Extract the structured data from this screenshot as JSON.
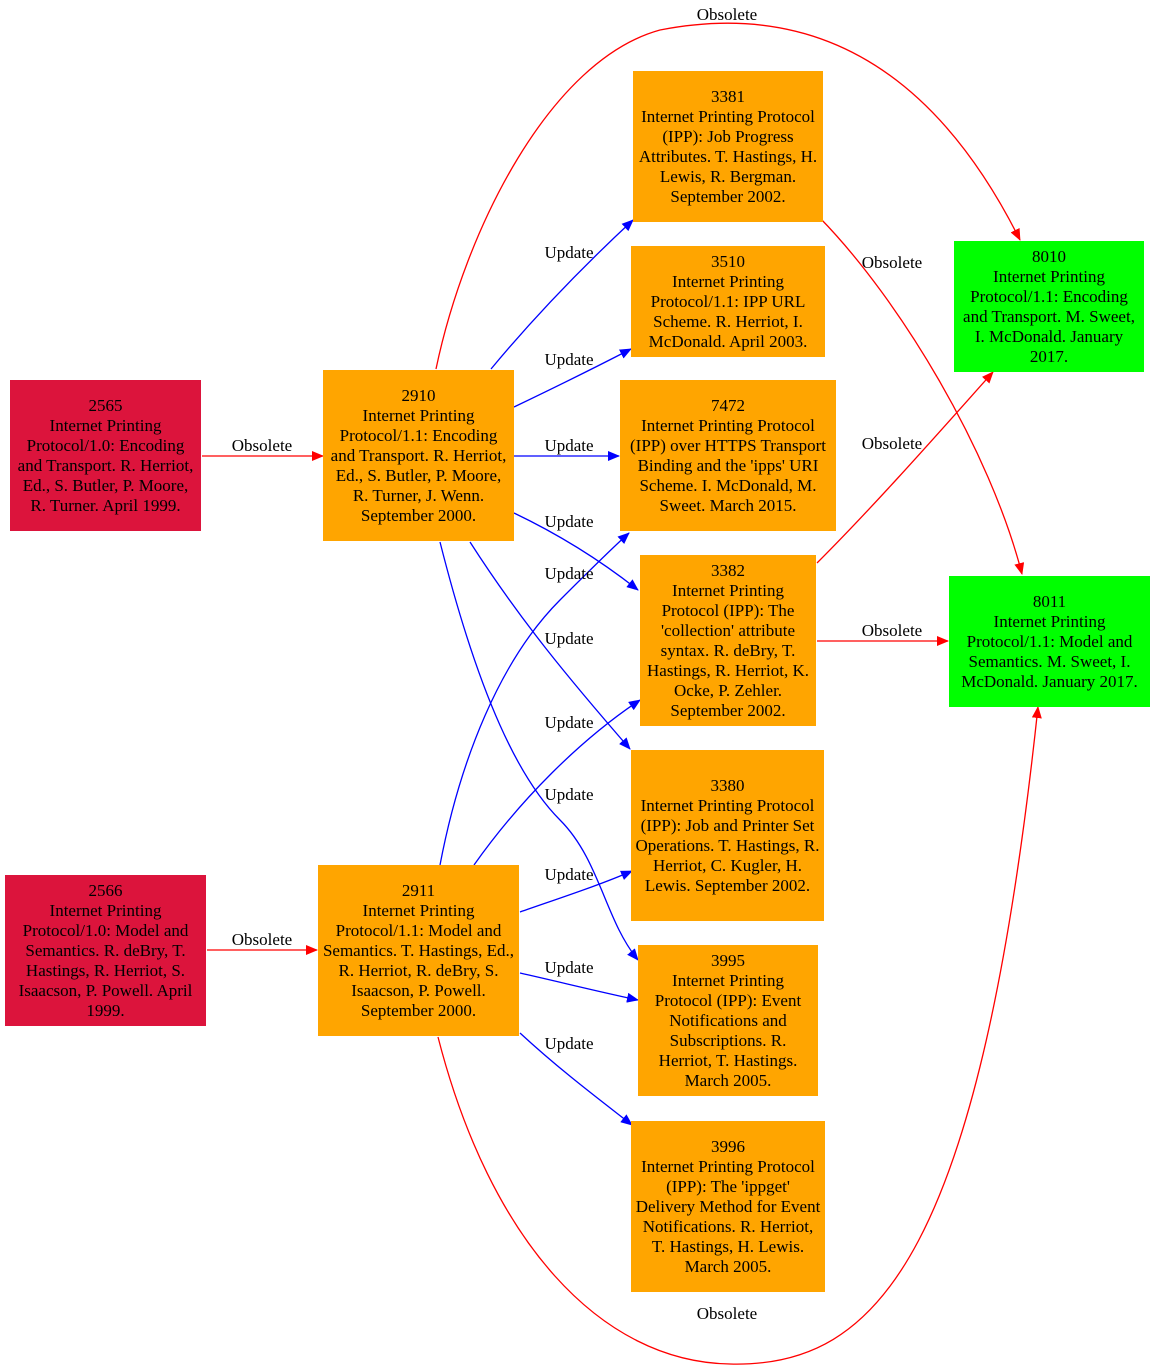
{
  "colors": {
    "obsolete_source": "#dc143c",
    "active": "#ffa500",
    "current": "#00ff00",
    "obsolete_edge": "#ff0000",
    "update_edge": "#0000ff"
  },
  "nodes": {
    "rfc2565": {
      "number": "2565",
      "text": "Internet Printing Protocol/1.0: Encoding and Transport. R. Herriot, Ed., S. Butler, P. Moore, R. Turner. April 1999."
    },
    "rfc2566": {
      "number": "2566",
      "text": "Internet Printing Protocol/1.0: Model and Semantics. R. deBry, T. Hastings, R. Herriot, S. Isaacson, P. Powell. April 1999."
    },
    "rfc2910": {
      "number": "2910",
      "text": "Internet Printing Protocol/1.1: Encoding and Transport. R. Herriot, Ed., S. Butler, P. Moore, R. Turner, J. Wenn. September 2000."
    },
    "rfc2911": {
      "number": "2911",
      "text": "Internet Printing Protocol/1.1: Model and Semantics. T. Hastings, Ed., R. Herriot, R. deBry, S. Isaacson, P. Powell. September 2000."
    },
    "rfc3381": {
      "number": "3381",
      "text": "Internet Printing Protocol (IPP): Job Progress Attributes. T. Hastings, H. Lewis, R. Bergman. September 2002."
    },
    "rfc3510": {
      "number": "3510",
      "text": "Internet Printing Protocol/1.1: IPP URL Scheme. R. Herriot, I. McDonald. April 2003."
    },
    "rfc7472": {
      "number": "7472",
      "text": "Internet Printing Protocol (IPP) over HTTPS Transport Binding and the 'ipps' URI Scheme. I. McDonald, M. Sweet. March 2015."
    },
    "rfc3382": {
      "number": "3382",
      "text": "Internet Printing Protocol (IPP): The 'collection' attribute syntax. R. deBry, T. Hastings, R. Herriot, K. Ocke, P. Zehler. September 2002."
    },
    "rfc3380": {
      "number": "3380",
      "text": "Internet Printing Protocol (IPP): Job and Printer Set Operations. T. Hastings, R. Herriot, C. Kugler, H. Lewis. September 2002."
    },
    "rfc3995": {
      "number": "3995",
      "text": "Internet Printing Protocol (IPP): Event Notifications and Subscriptions. R. Herriot, T. Hastings. March 2005."
    },
    "rfc3996": {
      "number": "3996",
      "text": "Internet Printing Protocol (IPP): The 'ippget' Delivery Method for Event Notifications. R. Herriot, T. Hastings, H. Lewis. March 2005."
    },
    "rfc8010": {
      "number": "8010",
      "text": "Internet Printing Protocol/1.1: Encoding and Transport. M. Sweet, I. McDonald. January 2017."
    },
    "rfc8011": {
      "number": "8011",
      "text": "Internet Printing Protocol/1.1: Model and Semantics. M. Sweet, I. McDonald. January 2017."
    }
  },
  "edges": [
    {
      "from": "2565",
      "to": "2910",
      "label": "Obsolete"
    },
    {
      "from": "2566",
      "to": "2911",
      "label": "Obsolete"
    },
    {
      "from": "2910",
      "to": "3381",
      "label": "Update"
    },
    {
      "from": "2910",
      "to": "3510",
      "label": "Update"
    },
    {
      "from": "2910",
      "to": "7472",
      "label": "Update"
    },
    {
      "from": "2910",
      "to": "3382",
      "label": "Update"
    },
    {
      "from": "2910",
      "to": "3380",
      "label": "Update"
    },
    {
      "from": "2910",
      "to": "3995",
      "label": "Update"
    },
    {
      "from": "2910",
      "to": "8010",
      "label": "Obsolete"
    },
    {
      "from": "2911",
      "to": "7472",
      "label": "Update"
    },
    {
      "from": "2911",
      "to": "3382",
      "label": "Update"
    },
    {
      "from": "2911",
      "to": "3380",
      "label": "Update"
    },
    {
      "from": "2911",
      "to": "3995",
      "label": "Update"
    },
    {
      "from": "2911",
      "to": "3996",
      "label": "Update"
    },
    {
      "from": "2911",
      "to": "8011",
      "label": "Obsolete"
    },
    {
      "from": "3381",
      "to": "8011",
      "label": "Obsolete"
    },
    {
      "from": "3382",
      "to": "8010",
      "label": "Obsolete"
    },
    {
      "from": "3382",
      "to": "8011",
      "label": "Obsolete"
    }
  ]
}
